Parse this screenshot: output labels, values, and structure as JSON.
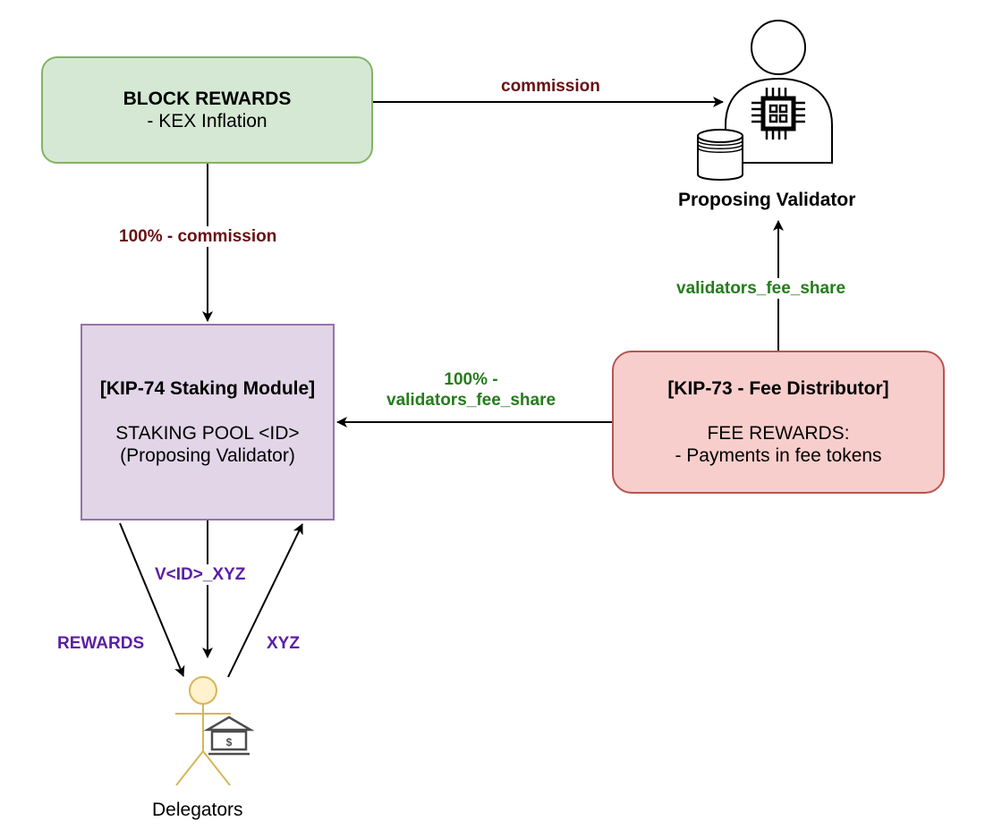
{
  "diagram": {
    "nodes": {
      "block_rewards": {
        "title": "BLOCK REWARDS",
        "subtitle": "- KEX Inflation",
        "fill": "#d5e8d4",
        "stroke": "#82b366"
      },
      "staking_module": {
        "title": "[KIP-74 Staking Module]",
        "line1": "STAKING POOL <ID>",
        "line2": "(Proposing Validator)",
        "fill": "#e1d5e7",
        "stroke": "#9673a6"
      },
      "fee_distributor": {
        "title": "[KIP-73 - Fee Distributor]",
        "line1": "FEE REWARDS:",
        "line2": "- Payments in fee tokens",
        "fill": "#f8cecc",
        "stroke": "#b85450"
      },
      "proposing_validator": {
        "label": "Proposing Validator",
        "icon": "user-with-cpu-and-database-icon"
      },
      "delegators": {
        "label": "Delegators",
        "icon": "stick-figure-with-bank-icon",
        "figure_color": "#d6b656",
        "figure_fill": "#fff2cc"
      }
    },
    "edges": [
      {
        "id": "commission",
        "from": "block_rewards",
        "to": "proposing_validator",
        "label": "commission",
        "label_color": "#6a0f12"
      },
      {
        "id": "rest_commission",
        "from": "block_rewards",
        "to": "staking_module",
        "label": "100% - commission",
        "label_color": "#6a0f12"
      },
      {
        "id": "validators_fee_share",
        "from": "fee_distributor",
        "to": "proposing_validator",
        "label": "validators_fee_share",
        "label_color": "#267b1e"
      },
      {
        "id": "rest_fee_share",
        "from": "fee_distributor",
        "to": "staking_module",
        "label_line1": "100% -",
        "label_line2": "validators_fee_share",
        "label_color": "#267b1e"
      },
      {
        "id": "pool_tokens",
        "from": "staking_module",
        "to": "delegators",
        "label": "V<ID>_XYZ",
        "label_color": "#5b1ea5"
      },
      {
        "id": "rewards",
        "from": "staking_module",
        "to": "delegators",
        "label": "REWARDS",
        "label_color": "#5b1ea5"
      },
      {
        "id": "stake",
        "from": "delegators",
        "to": "staking_module",
        "label": "XYZ",
        "label_color": "#5b1ea5"
      }
    ]
  }
}
